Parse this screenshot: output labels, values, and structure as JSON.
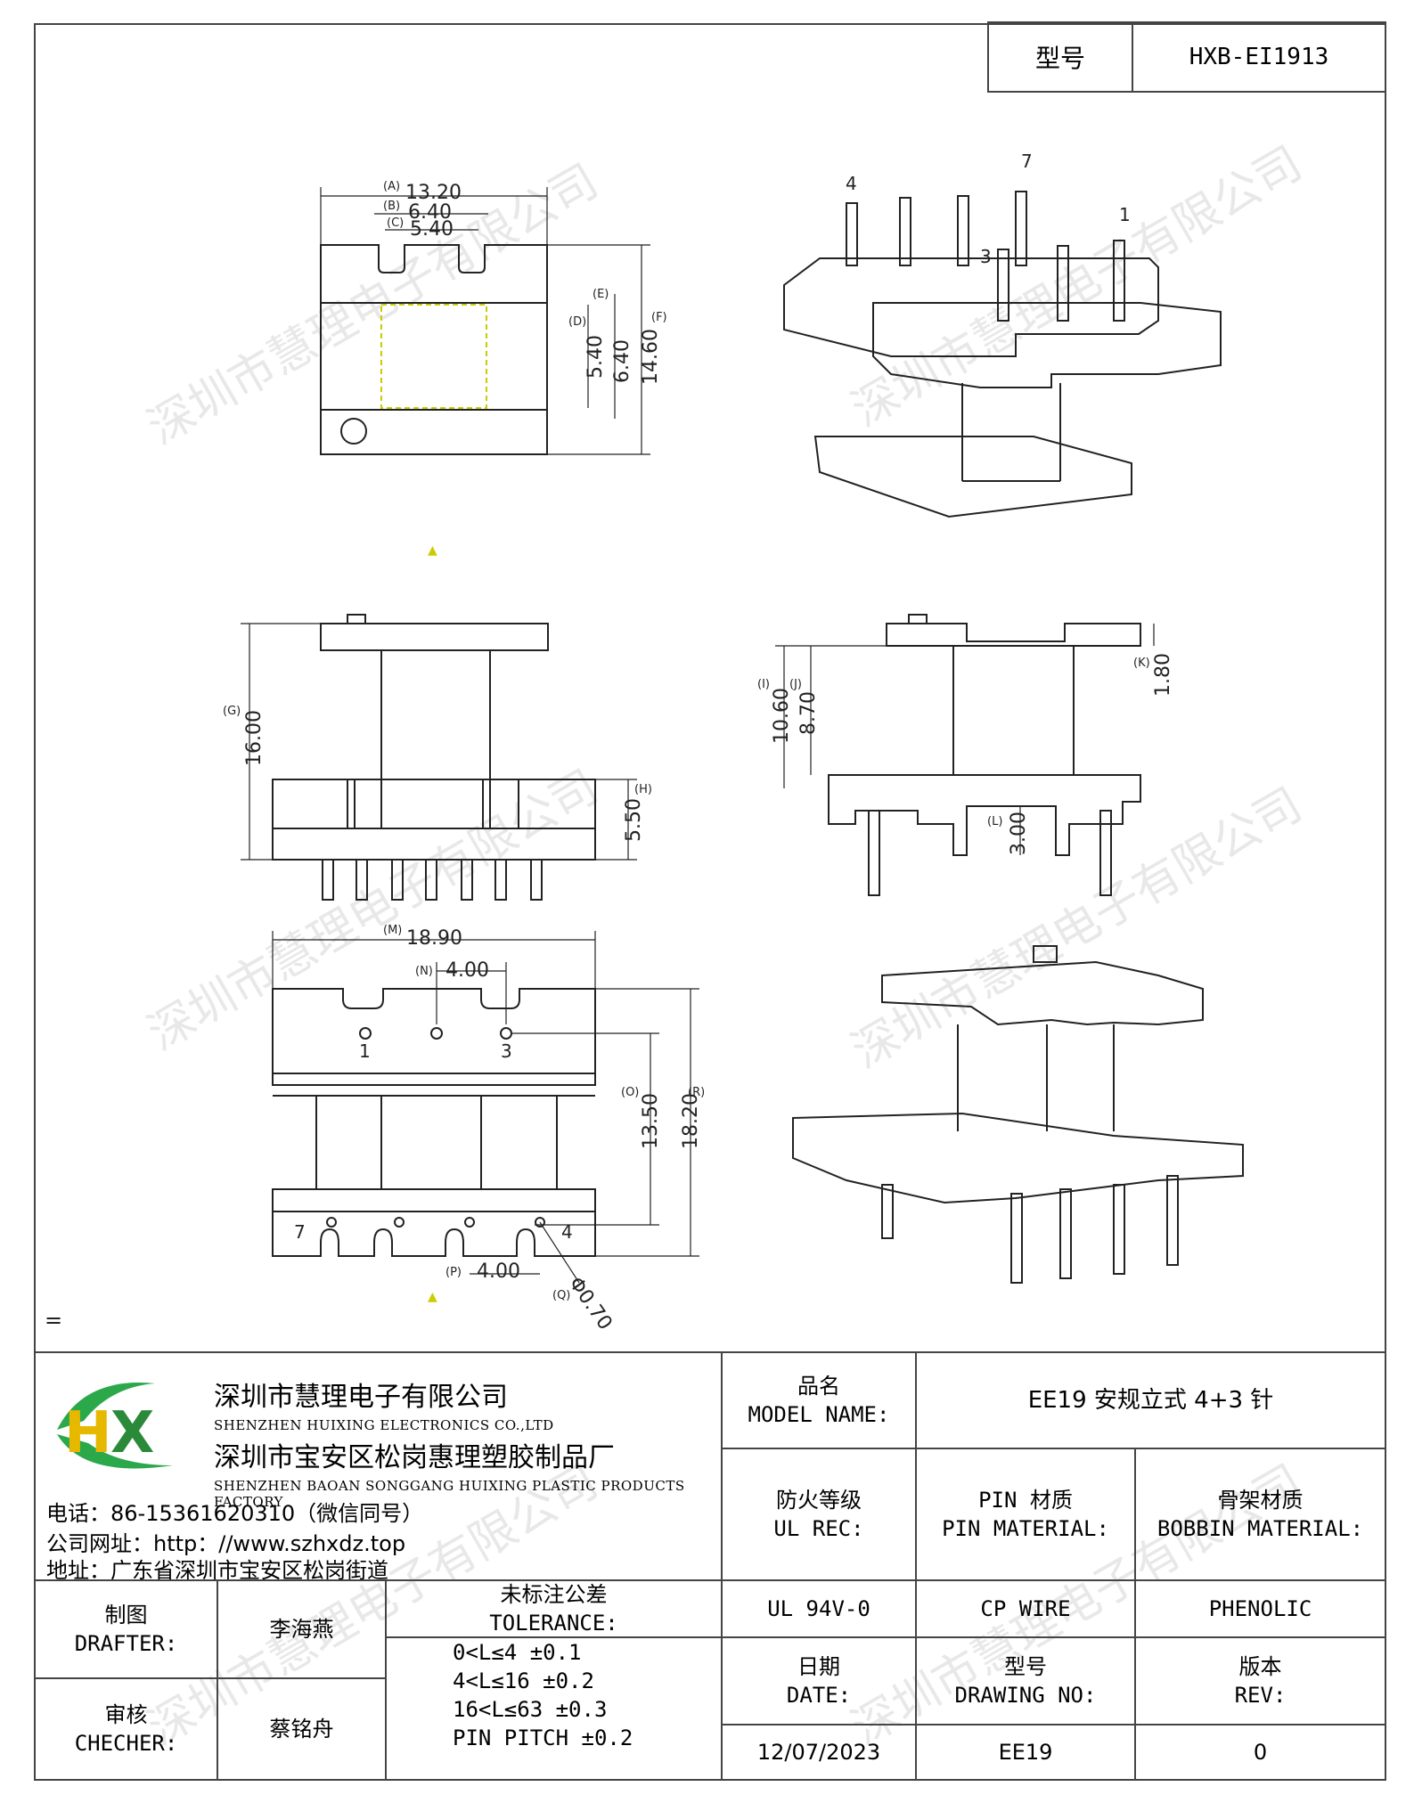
{
  "header": {
    "model_label": "型号",
    "model_value": "HXB-EI1913"
  },
  "watermark": "深圳市慧理电子有限公司",
  "drawing": {
    "top_view": {
      "dim_a": "13.20",
      "dim_b": "6.40",
      "dim_c": "5.40",
      "dim_d": "5.40",
      "dim_e": "6.40",
      "dim_f": "14.60",
      "tag_a": "(A)",
      "tag_b": "(B)",
      "tag_c": "(C)",
      "tag_d": "(D)",
      "tag_e": "(E)",
      "tag_f": "(F)"
    },
    "iso_top": {
      "pin_4": "4",
      "pin_7": "7",
      "pin_1": "1",
      "pin_3": "3"
    },
    "front_view": {
      "dim_g": "16.00",
      "dim_h": "5.50",
      "tag_g": "(G)",
      "tag_h": "(H)"
    },
    "side_view": {
      "dim_i": "10.60",
      "dim_j": "8.70",
      "dim_k": "1.80",
      "dim_l": "3.00",
      "tag_i": "(I)",
      "tag_j": "(J)",
      "tag_k": "(K)",
      "tag_l": "(L)"
    },
    "bottom_view": {
      "dim_m": "18.90",
      "dim_n": "4.00",
      "dim_o": "13.50",
      "dim_r": "18.20",
      "dim_p": "4.00",
      "dim_q": "Φ0.70",
      "tag_m": "(M)",
      "tag_n": "(N)",
      "tag_o": "(O)",
      "tag_r": "(R)",
      "tag_p": "(P)",
      "tag_q": "(Q)",
      "pin_1": "1",
      "pin_3": "3",
      "pin_7": "7",
      "pin_4": "4"
    },
    "eq_mark": "="
  },
  "title_block": {
    "company_cn": "深圳市慧理电子有限公司",
    "company_en": "SHENZHEN HUIXING ELECTRONICS CO.,LTD",
    "factory_cn": "深圳市宝安区松岗惠理塑胶制品厂",
    "factory_en": "SHENZHEN BAOAN SONGGANG HUIXING PLASTIC PRODUCTS FACTORY",
    "phone": "电话：86-15361620310（微信同号）",
    "website": "公司网址：http：//www.szhxdz.top",
    "address": "地址：广东省深圳市宝安区松岗街道",
    "logo_text": "HX",
    "model_name_cn": "品名",
    "model_name_en": "MODEL NAME:",
    "model_name_value": "EE19 安规立式 4+3 针",
    "ul_rec_cn": "防火等级",
    "ul_rec_en": "UL REC:",
    "pin_material_cn": "PIN 材质",
    "pin_material_en": "PIN MATERIAL:",
    "bobbin_material_cn": "骨架材质",
    "bobbin_material_en": "BOBBIN MATERIAL:",
    "ul_rec_value": "UL 94V-0",
    "pin_material_value": "CP WIRE",
    "bobbin_material_value": "PHENOLIC",
    "drafter_cn": "制图",
    "drafter_en": "DRAFTER:",
    "drafter_name": "李海燕",
    "checker_cn": "审核",
    "checker_en": "CHECHER:",
    "checker_name": "蔡铭舟",
    "tolerance_cn": "未标注公差",
    "tolerance_en": "TOLERANCE:",
    "tolerance_lines": [
      "0<L≤4  ±0.1",
      "4<L≤16 ±0.2",
      "16<L≤63 ±0.3",
      "PIN PITCH ±0.2"
    ],
    "date_cn": "日期",
    "date_en": "DATE:",
    "drawing_no_cn": "型号",
    "drawing_no_en": "DRAWING NO:",
    "rev_cn": "版本",
    "rev_en": "REV:",
    "date_value": "12/07/2023",
    "drawing_no_value": "EE19",
    "rev_value": "0"
  }
}
